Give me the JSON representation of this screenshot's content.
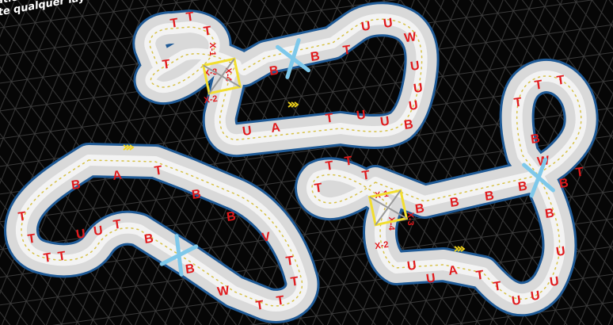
{
  "caption": {
    "line1": "atic",
    "line2": "te qualquer layou"
  },
  "colors": {
    "background": "#060606",
    "grid": "#3a3a3a",
    "track_border": "#1f5a96",
    "track_road": "#d9d9d9",
    "track_dashes": "#d7c24a",
    "tile_letters": "#e0191c",
    "crossing": "#7ec8ea",
    "crossover": "#f2de2e",
    "start_arrows": "#f2d41c"
  },
  "tracks": [
    {
      "name": "track-top",
      "labels": [
        "T",
        "T",
        "T",
        "T",
        "X-1",
        "X-2",
        "X-3",
        "X-4",
        "B",
        "B",
        "T",
        "U",
        "U",
        "W",
        "U",
        "U",
        "U",
        "B",
        "T",
        "U",
        "U",
        "U",
        "A"
      ]
    },
    {
      "name": "track-left",
      "labels": [
        "B",
        "A",
        "T",
        "B",
        "B",
        "V",
        "T",
        "T",
        "T",
        "T",
        "W",
        "B",
        "B",
        "T",
        "U",
        "U",
        "T",
        "T",
        "T",
        "T"
      ]
    },
    {
      "name": "track-right",
      "labels": [
        "T",
        "T",
        "T",
        "T",
        "B",
        "W",
        "B",
        "T",
        "X-1",
        "X-2",
        "X-3",
        "X-4",
        "B",
        "B",
        "B",
        "B",
        "B",
        "U",
        "U",
        "A",
        "T",
        "T",
        "U",
        "U",
        "U",
        "U",
        "T",
        "T",
        "T"
      ]
    }
  ]
}
